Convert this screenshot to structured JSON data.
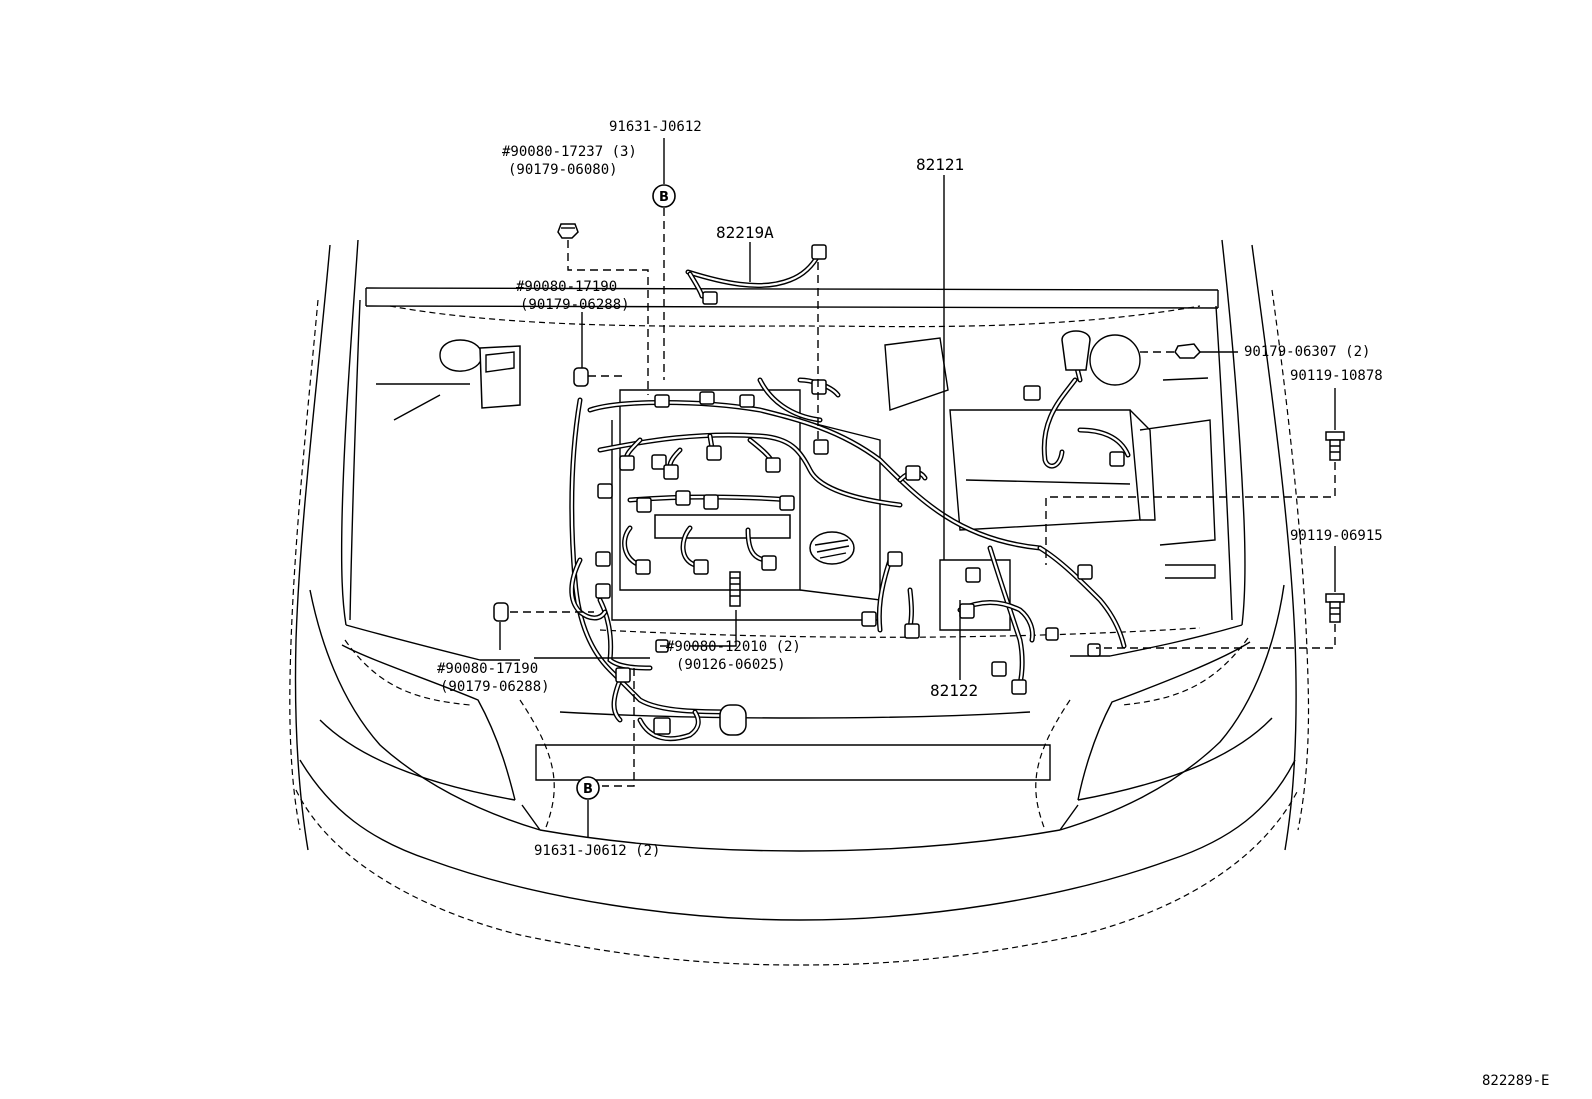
{
  "callouts": {
    "c1": "91631-J0612",
    "c2": "#90080-17237 (3)",
    "c3": "(90179-06080)",
    "c4": "82219A",
    "c5": "82121",
    "c6": "#90080-17190",
    "c7": "(90179-06288)",
    "c8": "90179-06307 (2)",
    "c9": "90119-10878",
    "c10": "90119-06915",
    "c11": "#90080-12010 (2)",
    "c12": "(90126-06025)",
    "c13": "82122",
    "c14": "#90080-17190",
    "c15": "(90179-06288)",
    "c16": "91631-J0612 (2)"
  },
  "badges": {
    "top": "B",
    "bottom": "B"
  },
  "figure_code": "822289-E"
}
